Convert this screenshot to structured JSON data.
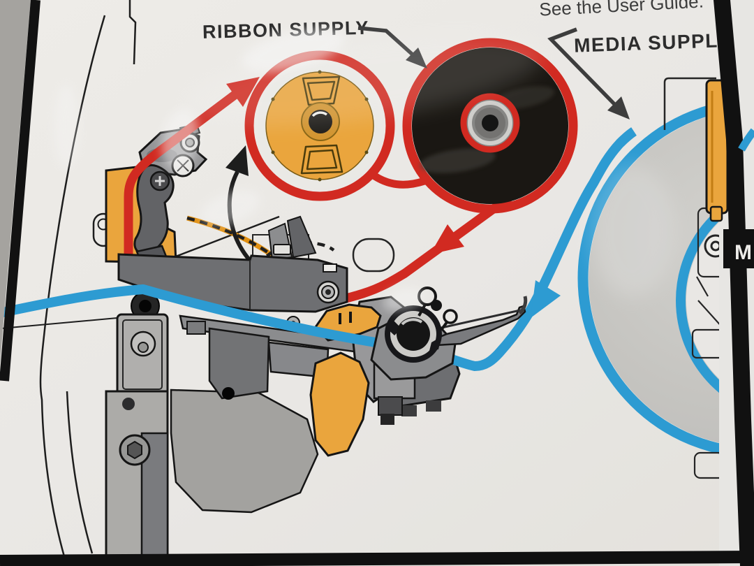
{
  "photo": {
    "subject": "Label printer ribbon and media loading diagram label",
    "top_note": "See the User Guide.",
    "side_panel_partial_text": "M"
  },
  "callouts": {
    "ribbon_supply": "RIBBON SUPPLY",
    "media_supply": "MEDIA SUPPLY"
  },
  "colors": {
    "ribbon_path": "#d7281e",
    "media_path": "#2b9fd9",
    "accent_orange": "#f2a93b",
    "ribbon_roll": "#17140f",
    "media_roll": "#cac9c5",
    "label_background": "#f2f0ec",
    "printer_surface": "#a8a6a2",
    "line_art": "#1a1a1a"
  }
}
